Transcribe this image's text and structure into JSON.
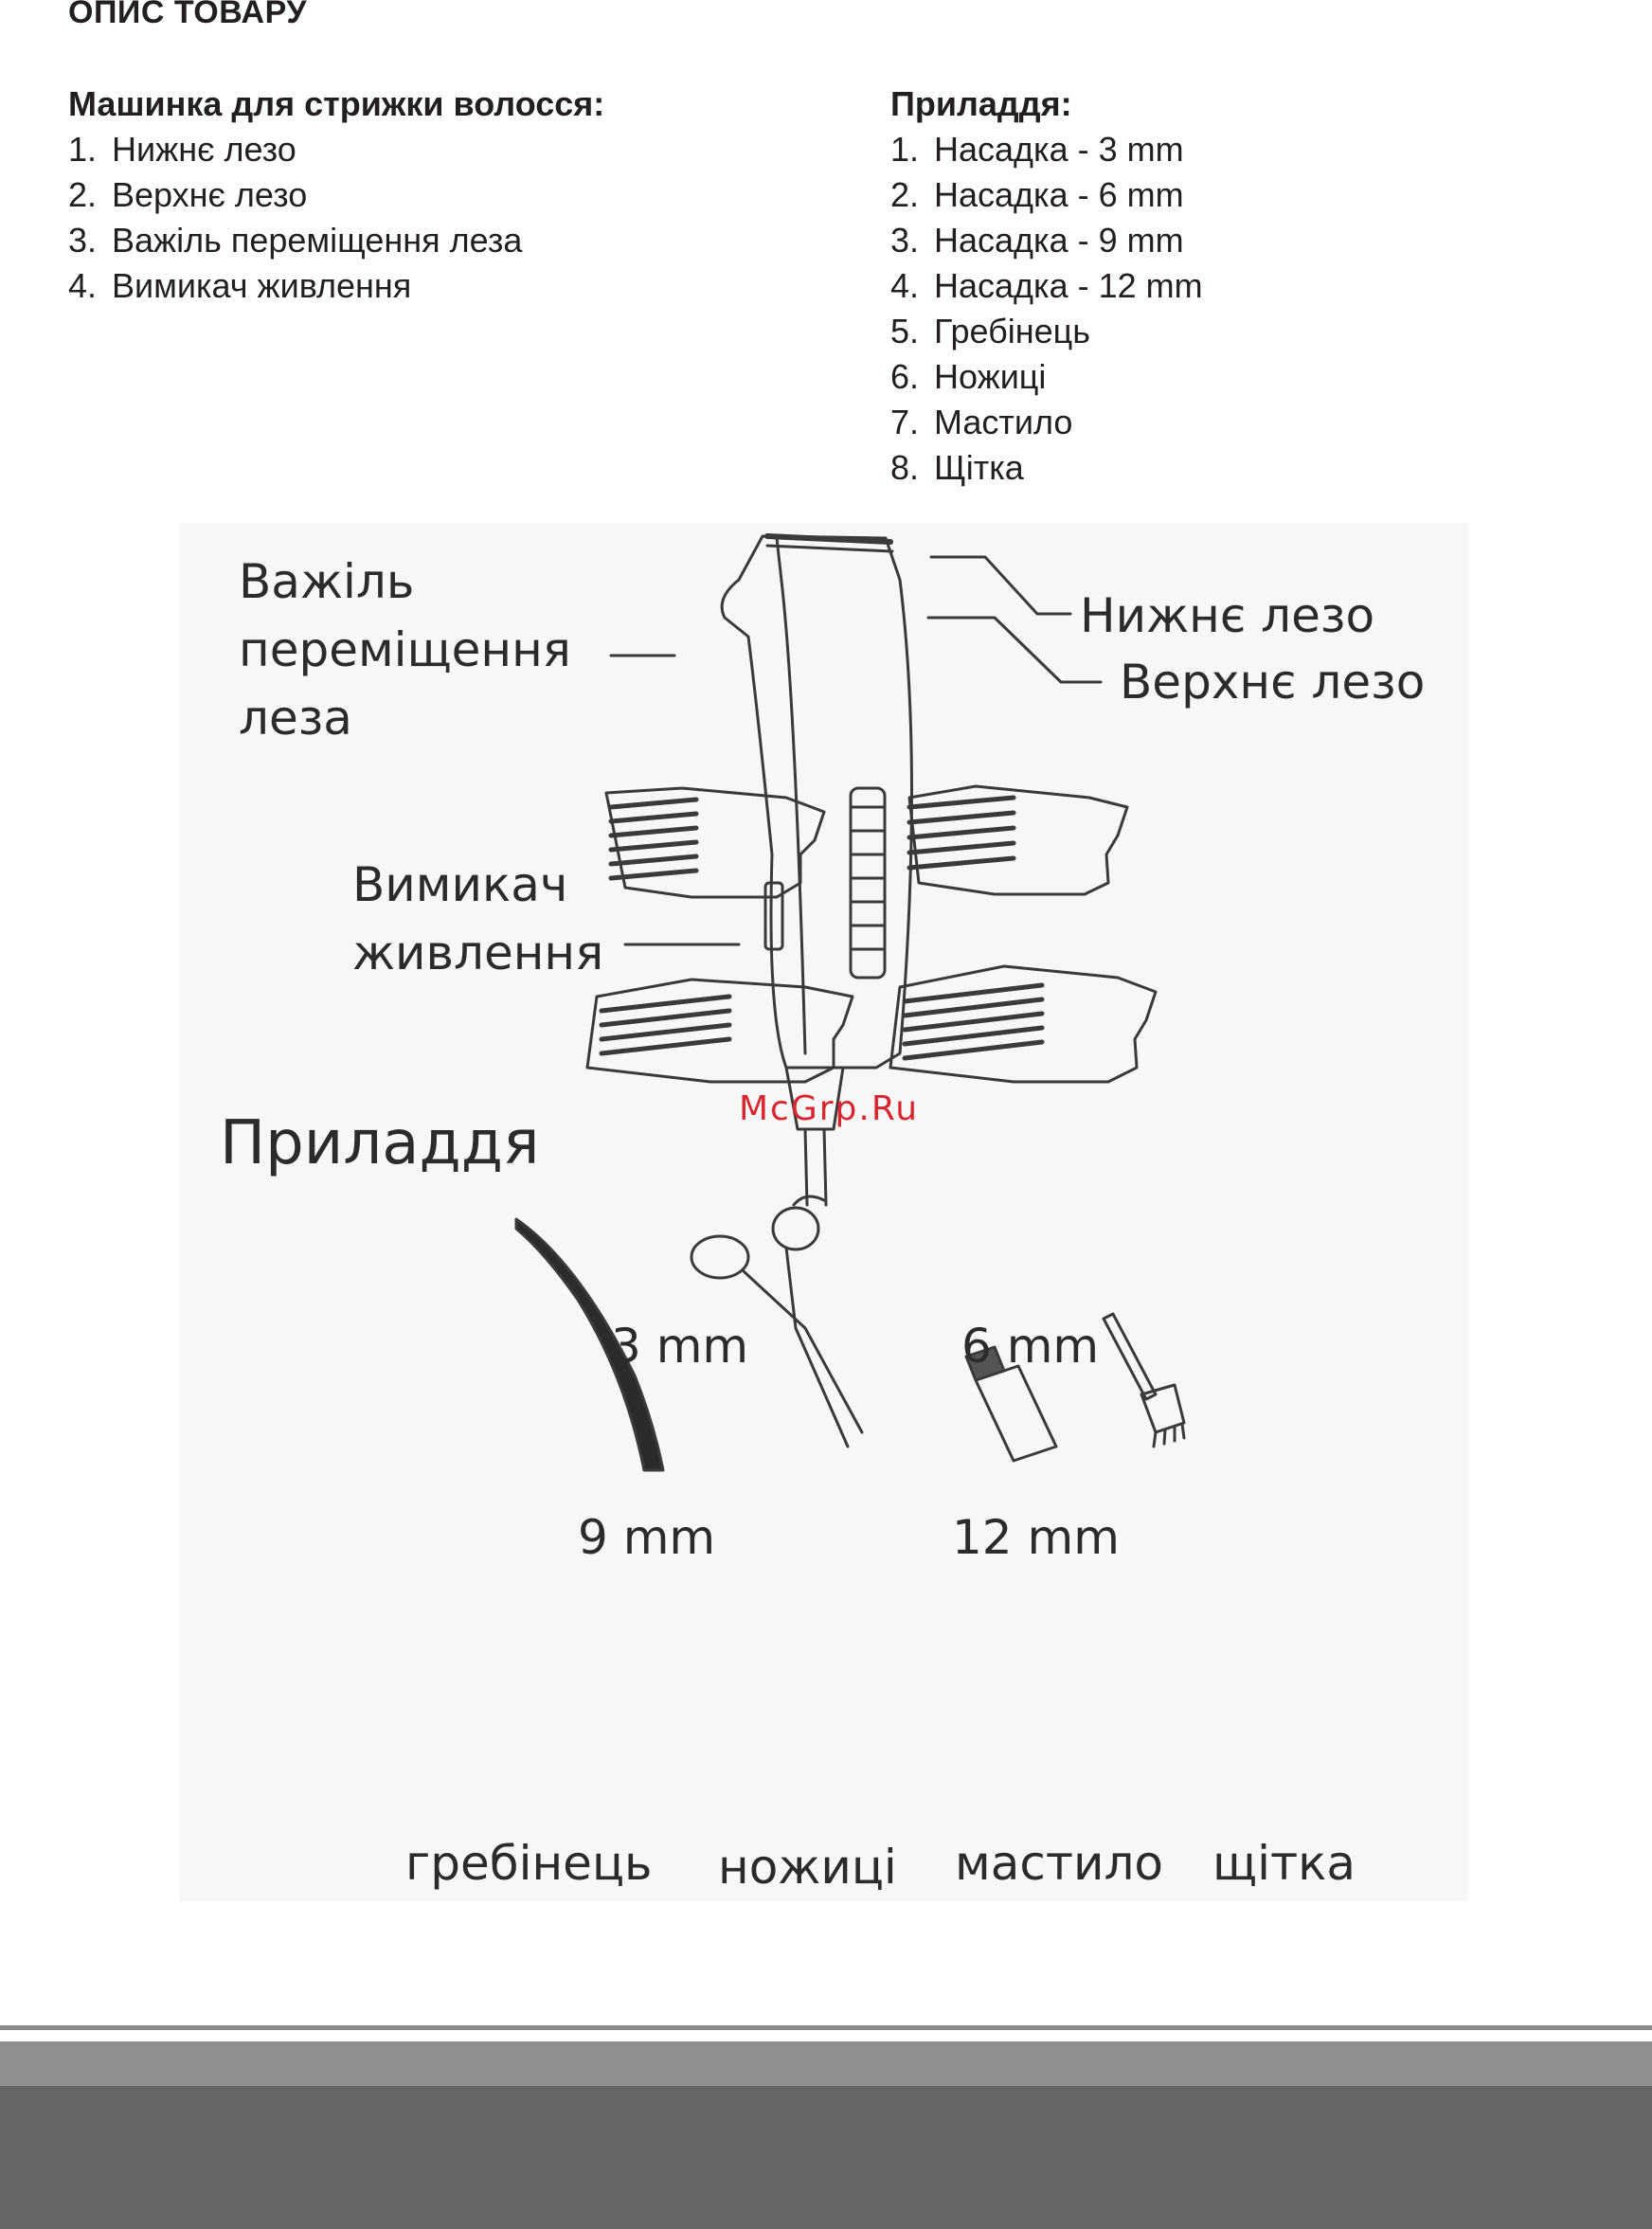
{
  "page": {
    "title": "ОПИС ТОВАРУ"
  },
  "clipper_section": {
    "heading": "Машинка для стрижки волосся:",
    "items": [
      {
        "num": "1.",
        "label": "Нижнє лезо"
      },
      {
        "num": "2.",
        "label": "Верхнє лезо"
      },
      {
        "num": "3.",
        "label": "Важіль переміщення леза"
      },
      {
        "num": "4.",
        "label": "Вимикач живлення"
      }
    ]
  },
  "accessories_section": {
    "heading": "Приладдя:",
    "items": [
      {
        "num": "1.",
        "label": "Насадка - 3 mm"
      },
      {
        "num": "2.",
        "label": "Насадка - 6 mm"
      },
      {
        "num": "3.",
        "label": "Насадка - 9 mm"
      },
      {
        "num": "4.",
        "label": "Насадка - 12 mm"
      },
      {
        "num": "5.",
        "label": "Гребінець"
      },
      {
        "num": "6.",
        "label": "Ножиці"
      },
      {
        "num": "7.",
        "label": "Мастило"
      },
      {
        "num": "8.",
        "label": "Щітка"
      }
    ]
  },
  "figure": {
    "lever_label_line1": "Важіль",
    "lever_label_line2": "переміщення",
    "lever_label_line3": "леза",
    "switch_label_line1": "Вимикач",
    "switch_label_line2": "живлення",
    "lower_blade_label": "Нижнє лезо",
    "upper_blade_label": "Верхнє лезо",
    "accessories_title": "Приладдя",
    "comb_3": "3 mm",
    "comb_6": "6 mm",
    "comb_9": "9 mm",
    "comb_12": "12 mm",
    "comb_label": "гребінець",
    "scissors_label": "ножиці",
    "oil_label": "мастило",
    "brush_label": "щітка",
    "watermark": "McGrp.Ru"
  },
  "colors": {
    "watermark": "#d9262e",
    "footer_light": "#8f8f8f",
    "footer_dark": "#666666"
  }
}
